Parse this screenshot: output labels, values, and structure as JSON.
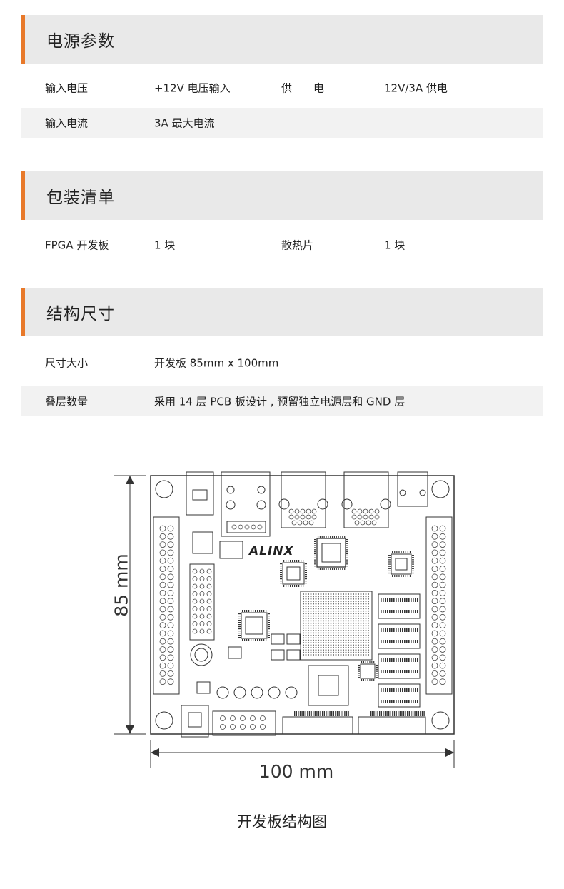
{
  "power": {
    "title": "电源参数",
    "rows": [
      {
        "c1": "输入电压",
        "c2": "+12V 电压输入",
        "c3": "供　　电",
        "c4": "12V/3A 供电"
      },
      {
        "c1": "输入电流",
        "c2": "3A 最大电流"
      }
    ]
  },
  "package": {
    "title": "包装清单",
    "rows": [
      {
        "c1": "FPGA 开发板",
        "c2": "1 块",
        "c3": "散热片",
        "c4": "1 块"
      }
    ]
  },
  "structure": {
    "title": "结构尺寸",
    "rows": [
      {
        "c1": "尺寸大小",
        "c2": "开发板 85mm x 100mm"
      },
      {
        "c1": "叠层数量",
        "c2": "采用 14 层 PCB 板设计 , 预留独立电源层和 GND 层"
      }
    ]
  },
  "figure": {
    "height_label": "85 mm",
    "width_label": "100 mm",
    "brand": "ALINX",
    "caption": "开发板结构图"
  },
  "colors": {
    "accent": "#e8792a",
    "header_bg": "#e9e9e9",
    "row_bg": "#f2f2f2"
  }
}
